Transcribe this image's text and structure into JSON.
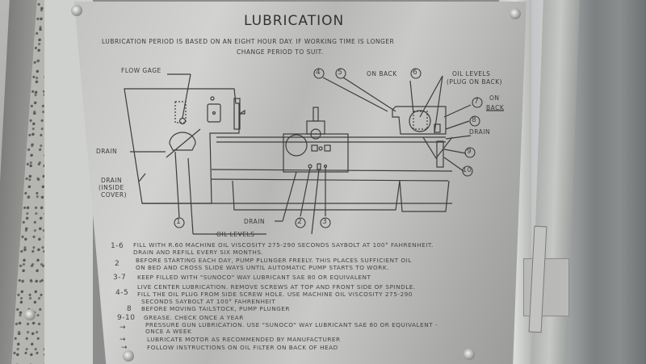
{
  "scene": {
    "description": "Photo of an engraved metal lubrication instruction plate mounted on a machine lathe panel",
    "colors": {
      "plate": "#c3c4c2",
      "engraving": "#3a3b3a",
      "frame": "#cfd1ce"
    }
  },
  "plate": {
    "title": "LUBRICATION",
    "subtitle_line1": "LUBRICATION PERIOD IS BASED ON AN EIGHT HOUR DAY.  IF WORKING TIME IS LONGER",
    "subtitle_line2": "CHANGE PERIOD TO SUIT.",
    "diagram_labels": {
      "flow_gage": "FLOW GAGE",
      "drain_left": "DRAIN",
      "drain_inside_1": "DRAIN",
      "drain_inside_2": "(INSIDE",
      "drain_inside_3": "COVER)",
      "drain_carriage": "DRAIN",
      "oil_levels_bottom": "OIL LEVELS",
      "on_back_6": "ON BACK",
      "oil_levels_top_1": "OIL LEVELS",
      "oil_levels_top_2": "(PLUG ON BACK)",
      "on_back_7_top": "ON",
      "on_back_7_bottom": "BACK",
      "drain_right": "DRAIN"
    },
    "callouts": [
      "1",
      "2",
      "3",
      "4",
      "5",
      "6",
      "7",
      "8",
      "9",
      "10"
    ],
    "instructions": [
      {
        "key": "1-6",
        "lines": [
          "FILL WITH R.60 MACHINE OIL VISCOSITY 275-290 SECONDS SAYBOLT AT 100° FAHRENHEIT.",
          "DRAIN AND REFILL EVERY SIX MONTHS."
        ]
      },
      {
        "key": "2",
        "lines": [
          "BEFORE STARTING EACH DAY, PUMP PLUNGER FREELY. THIS PLACES SUFFICIENT OIL",
          "ON BED AND CROSS SLIDE WAYS UNTIL AUTOMATIC PUMP STARTS TO WORK."
        ]
      },
      {
        "key": "3-7",
        "lines": [
          "KEEP FILLED WITH \"SUNOCO\" WAY LUBRICANT SAE 80 OR EQUIVALENT"
        ]
      },
      {
        "key": "4-5",
        "lines": [
          "LIVE CENTER LUBRICATION. REMOVE SCREWS AT TOP AND FRONT SIDE OF SPINDLE.",
          "FILL THE OIL PLUG FROM SIDE SCREW HOLE. USE MACHINE OIL VISCOSITY 275-290",
          "SECONDS SAYBOLT AT 100° FAHRENHEIT"
        ]
      },
      {
        "key": "8",
        "lines": [
          "BEFORE MOVING TAILSTOCK, PUMP PLUNGER"
        ]
      },
      {
        "key": "9-10",
        "lines": [
          "GREASE. CHECK ONCE A YEAR"
        ]
      },
      {
        "key": "→",
        "lines": [
          "PRESSURE GUN LUBRICATION. USE \"SUNOCO\" WAY LUBRICANT SAE 80 OR EQUIVALENT -",
          "ONCE A WEEK"
        ]
      },
      {
        "key": "→",
        "lines": [
          "LUBRICATE MOTOR AS RECOMMENDED BY MANUFACTURER"
        ]
      },
      {
        "key": "→",
        "lines": [
          "FOLLOW INSTRUCTIONS ON OIL FILTER ON BACK OF HEAD"
        ]
      }
    ]
  }
}
